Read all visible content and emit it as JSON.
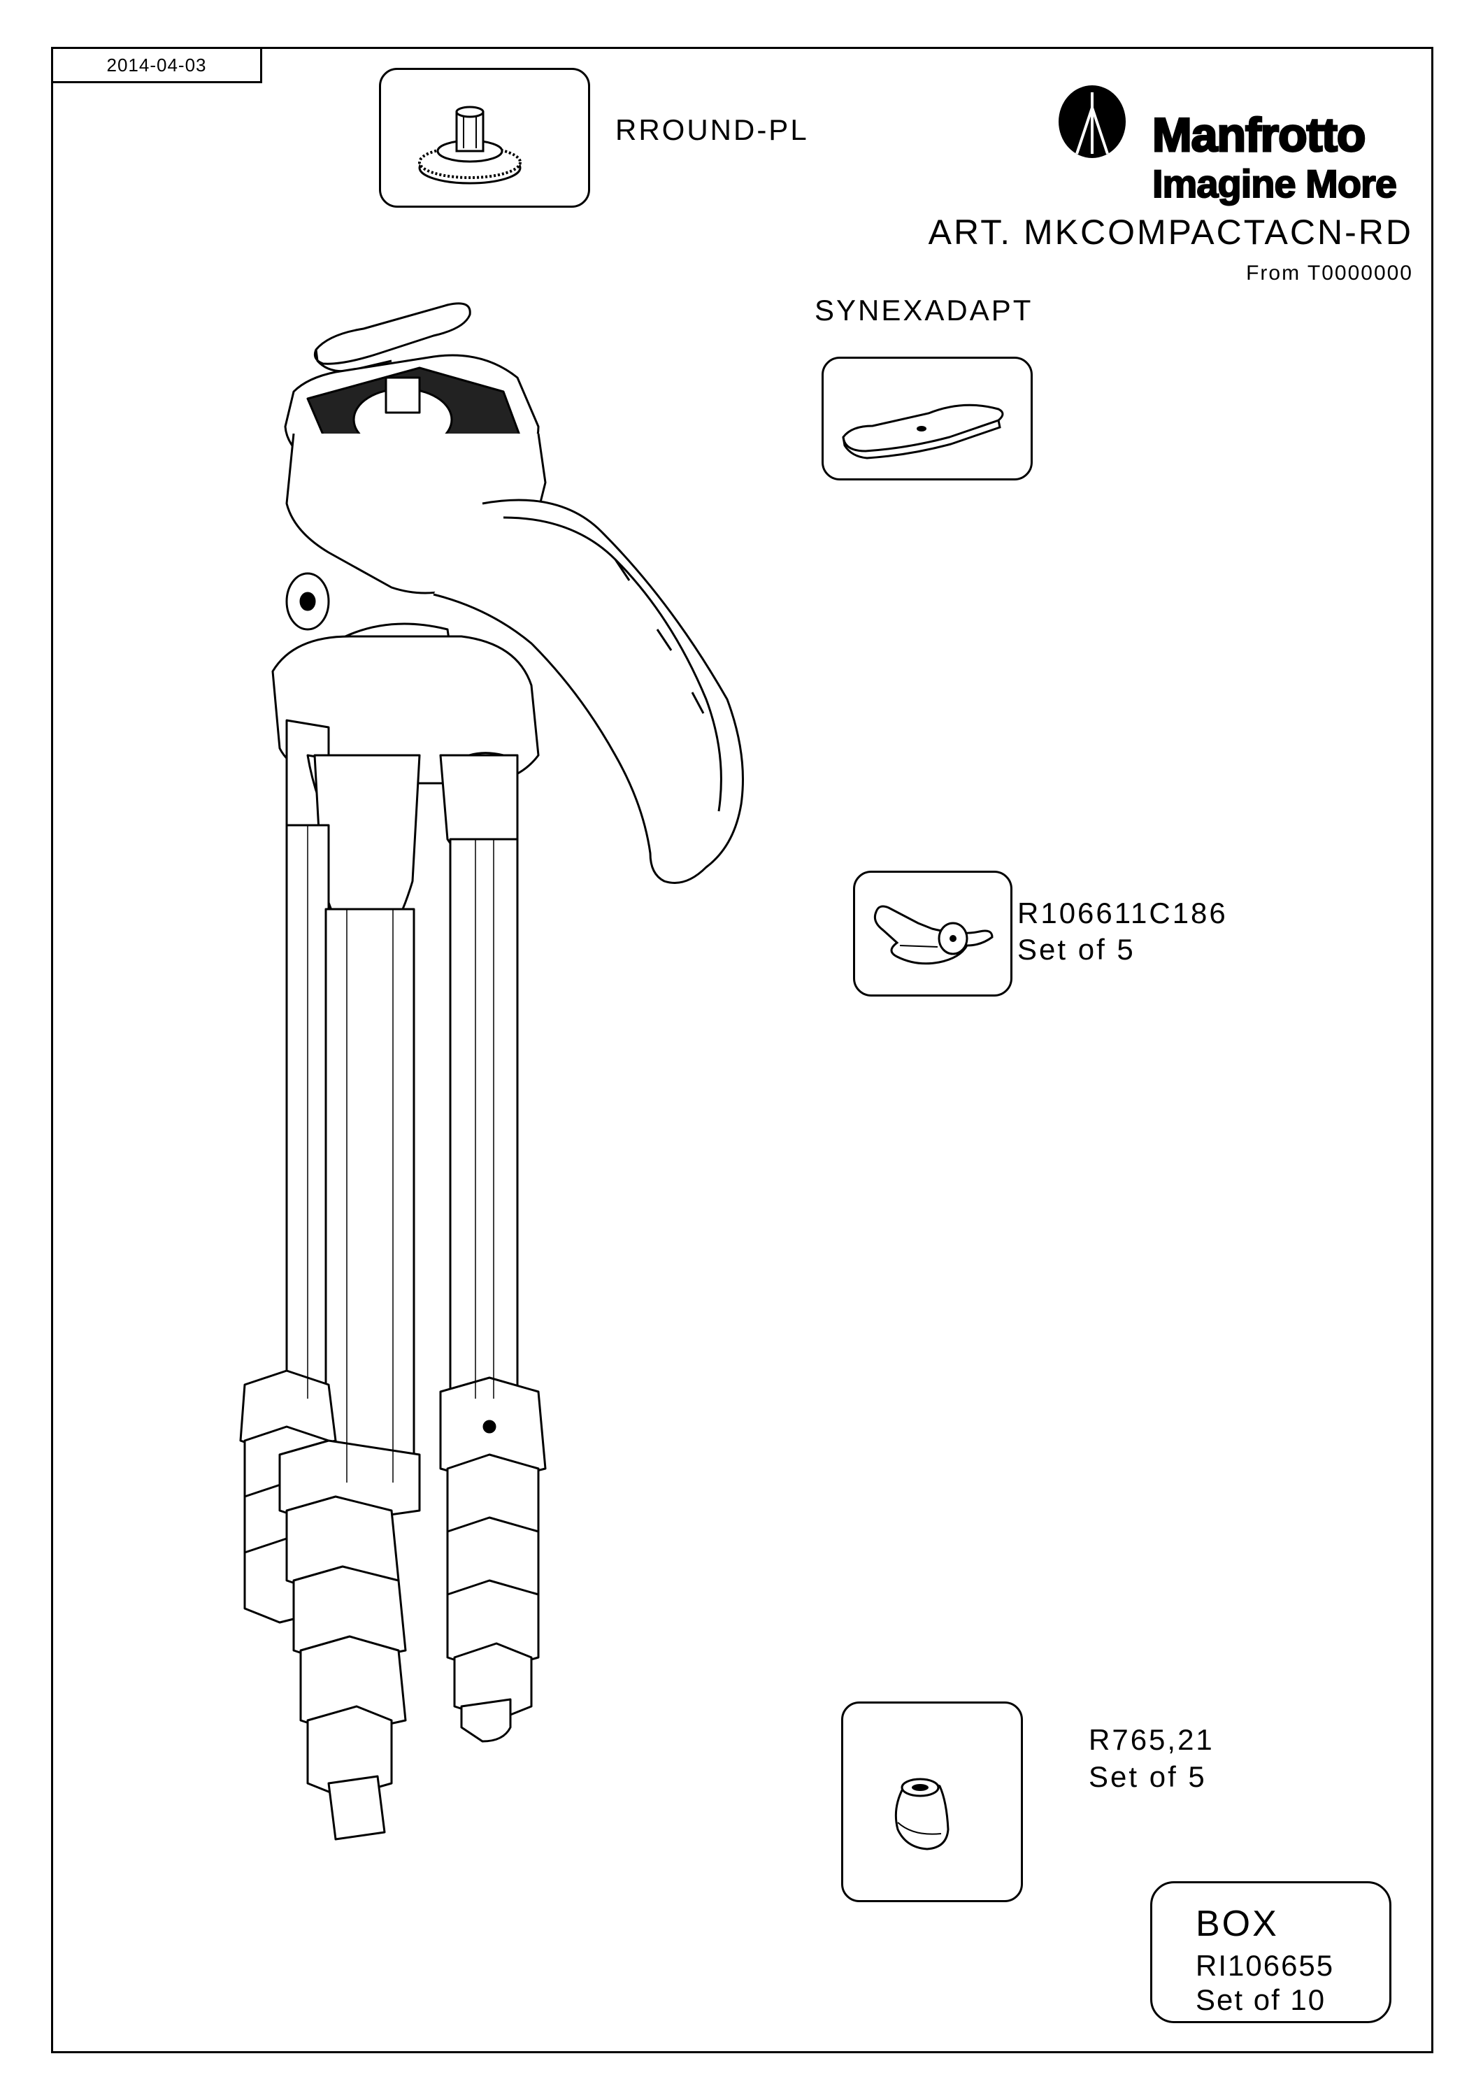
{
  "date": "2014-04-03",
  "brand": {
    "name": "Manfrotto",
    "tagline": "Imagine More"
  },
  "article": {
    "code": "ART. MKCOMPACTACN-RD",
    "from": "From T0000000"
  },
  "parts": [
    {
      "code": "RROUND-PL",
      "qty": ""
    },
    {
      "code": "SYNEXADAPT",
      "qty": ""
    },
    {
      "code": "R106611C186",
      "qty": "Set of 5"
    },
    {
      "code": "R765,21",
      "qty": "Set of 5"
    }
  ],
  "box": {
    "title": "BOX",
    "code": "RI106655",
    "qty": "Set of 10"
  },
  "icons": [
    "manfrotto-logo-icon",
    "tripod-drawing",
    "rround-pl-part-icon",
    "synexadapt-plate-icon",
    "r106611-knob-icon",
    "r765-foot-icon"
  ]
}
